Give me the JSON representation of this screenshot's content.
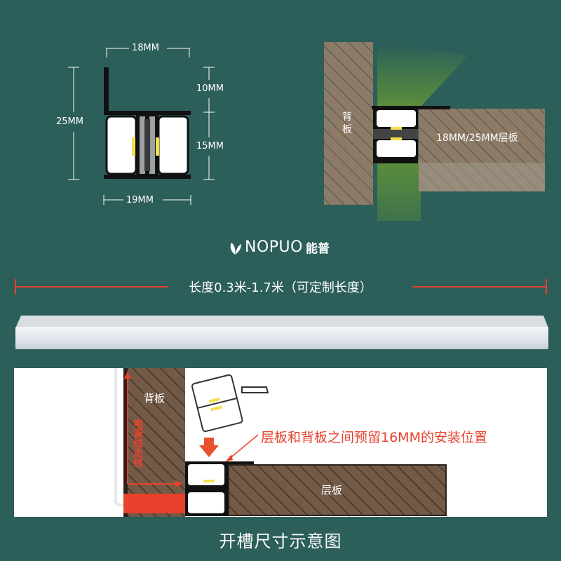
{
  "profile_dims": {
    "width_top": "18MM",
    "width_bottom": "19MM",
    "height_total": "25MM",
    "height_upper": "10MM",
    "height_lower": "15MM"
  },
  "install_view": {
    "back_panel": "背\n板",
    "shelf": "18MM/25MM层板"
  },
  "brand": {
    "name": "NOPUO",
    "cn": "能普"
  },
  "length_label": "长度0.3米-1.7米（可定制长度）",
  "groove_view": {
    "back_panel": "背板",
    "wire_label": "电\n源\n线\n走\n线",
    "note": "层板和背板之间预留16MM的安装位置",
    "shelf": "层板"
  },
  "caption": "开槽尺寸示意图",
  "colors": {
    "background": "#2c5e5a",
    "wood": "#8c7b67",
    "dark_wood": "#735a47",
    "accent_red": "#e8412c",
    "led_yellow": "#f4e04a"
  }
}
